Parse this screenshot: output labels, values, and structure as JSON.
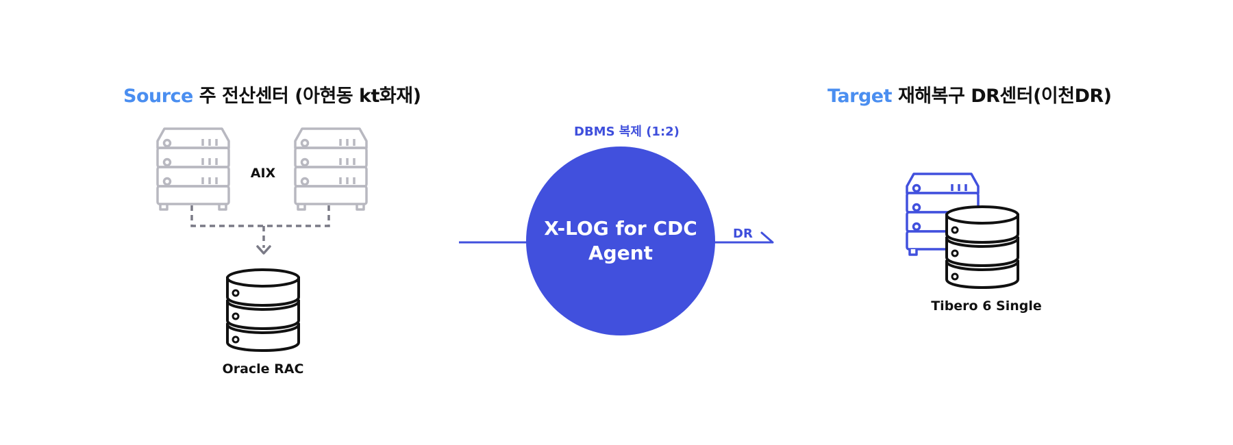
{
  "source": {
    "accent": "Source",
    "title": "주 전산센터 (아현동 kt화재)",
    "server_label": "AIX",
    "db_label": "Oracle RAC"
  },
  "agent": {
    "replication_label": "DBMS 복제 (1:2)",
    "line1": "X-LOG for CDC",
    "line2": "Agent",
    "dr_label": "DR"
  },
  "target": {
    "accent": "Target",
    "title": "재해복구 DR센터(이천DR)",
    "db_label": "Tibero 6 Single"
  },
  "colors": {
    "accent": "#4a8ef0",
    "agent": "#4150dd",
    "server_gray": "#b8b8c0",
    "connector_gray": "#7a7a86",
    "target_server": "#4150dd"
  },
  "icons": {
    "source_server_1": "server-rack-icon",
    "source_server_2": "server-rack-icon",
    "source_db": "database-icon",
    "target_server": "server-rack-icon",
    "target_db": "database-icon"
  }
}
